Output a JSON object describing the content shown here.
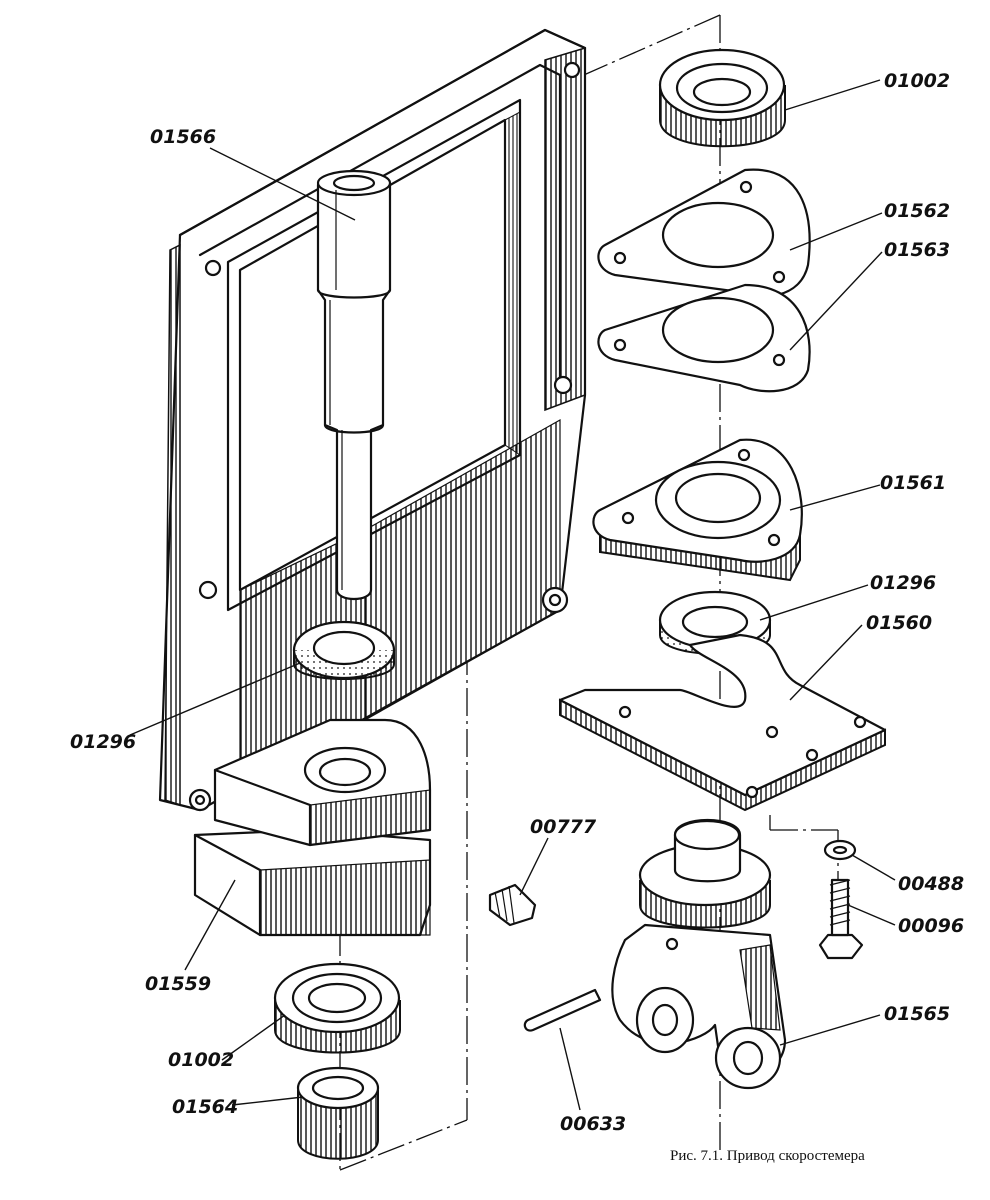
{
  "figure": {
    "caption": "Рис. 7.1. Привод скоростемера"
  },
  "labels": {
    "p01002_top": "01002",
    "p01562": "01562",
    "p01563": "01563",
    "p01561": "01561",
    "p01296_right": "01296",
    "p01560": "01560",
    "p01566": "01566",
    "p01296_left": "01296",
    "p00777": "00777",
    "p01559": "01559",
    "p01002_bottom": "01002",
    "p01564": "01564",
    "p00633": "00633",
    "p00488": "00488",
    "p00096": "00096",
    "p01565": "01565"
  }
}
